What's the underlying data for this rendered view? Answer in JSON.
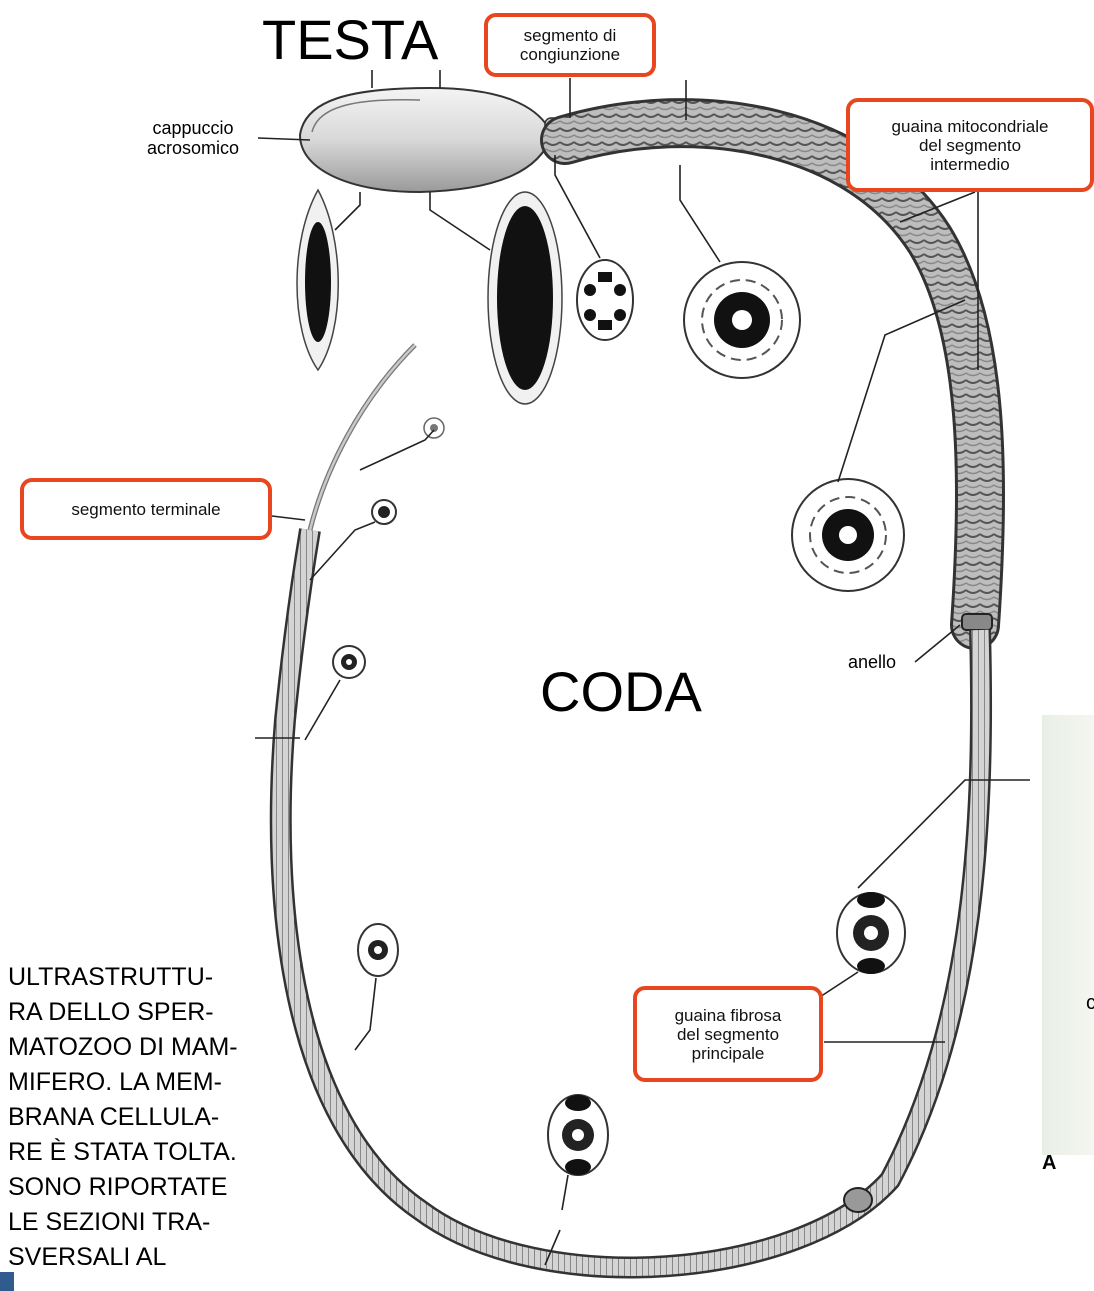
{
  "labels": {
    "testa": "TESTA",
    "coda": "CODA",
    "segmento_congiunzione": "segmento di\ncongiunzione",
    "cappuccio": "cappuccio\nacrosomico",
    "guaina_mitocondriale": "guaina mitocondriale\ndel segmento\nintermedio",
    "segmento_terminale": "segmento terminale",
    "anello": "anello",
    "guaina_fibrosa": "guaina fibrosa\ndel segmento\nprincipale",
    "panel_letter": "A",
    "edge_letter": "c"
  },
  "caption": "ULTRASTRUTTU-\nRA DELLO SPER-\nMATOZOO DI MAM-\nMIFERO. LA MEM-\nBRANA CELLULA-\nRE È STATA TOLTA.\nSONO RIPORTATE\nLE SEZIONI TRA-\nSVERSALI AL",
  "colors": {
    "highlight_box": "#e8461e",
    "ink": "#111111"
  }
}
